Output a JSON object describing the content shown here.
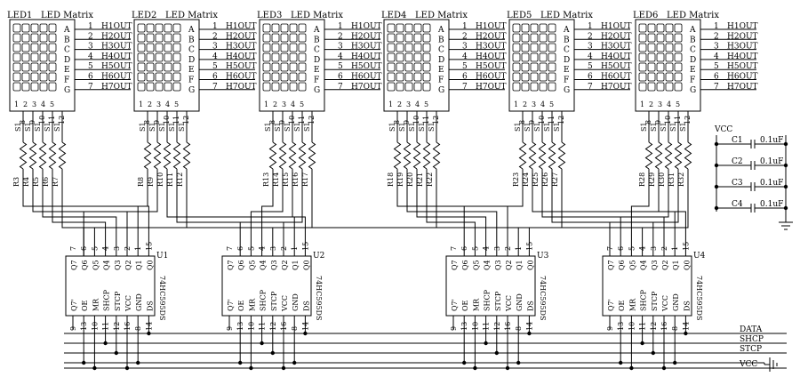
{
  "led_matrices": [
    {
      "ref": "LED1",
      "type": "LED Matrix"
    },
    {
      "ref": "LED2",
      "type": "LED Matrix"
    },
    {
      "ref": "LED3",
      "type": "LED Matrix"
    },
    {
      "ref": "LED4",
      "type": "LED Matrix"
    },
    {
      "ref": "LED5",
      "type": "LED Matrix"
    },
    {
      "ref": "LED6",
      "type": "LED Matrix"
    }
  ],
  "row_letters": [
    "A",
    "B",
    "C",
    "D",
    "E",
    "F",
    "G"
  ],
  "row_pins": [
    "1",
    "2",
    "3",
    "4",
    "5",
    "6",
    "7"
  ],
  "row_nets": [
    "H1OUT",
    "H2OUT",
    "H3OUT",
    "H4OUT",
    "H5OUT",
    "H6OUT",
    "H7OUT"
  ],
  "col_pins": [
    "1",
    "2",
    "3",
    "4",
    "5"
  ],
  "col_pin_numbers": [
    "8",
    "9",
    "10",
    "11",
    "12"
  ],
  "col_net_prefix": "S1",
  "resistors": [
    [
      "R3",
      "R4",
      "R5",
      "R6",
      "R7"
    ],
    [
      "R8",
      "R9",
      "R10",
      "R11",
      "R12"
    ],
    [
      "R13",
      "R14",
      "R15",
      "R16",
      "R17"
    ],
    [
      "R18",
      "R19",
      "R20",
      "R21",
      "R22"
    ],
    [
      "R23",
      "R24",
      "R25",
      "R26",
      "R27"
    ],
    [
      "R28",
      "R29",
      "R30",
      "R31",
      "R32"
    ]
  ],
  "shift_registers": [
    {
      "ref": "U1",
      "part": "74HC595DS"
    },
    {
      "ref": "U2",
      "part": "74HC595DS"
    },
    {
      "ref": "U3",
      "part": "74HC595DS"
    },
    {
      "ref": "U4",
      "part": "74HC595DS"
    }
  ],
  "ic_top_pins": [
    "Q7",
    "Q6",
    "Q5",
    "Q4",
    "Q3",
    "Q2",
    "Q1",
    "Q0"
  ],
  "ic_top_pin_numbers": [
    "7",
    "6",
    "5",
    "4",
    "3",
    "2",
    "1",
    "15"
  ],
  "ic_bottom_pins": [
    "Q7'",
    "OE",
    "MR",
    "SHCP",
    "STCP",
    "VCC",
    "GND",
    "DS"
  ],
  "ic_bottom_pin_numbers": [
    "9",
    "13",
    "10",
    "11",
    "12",
    "16",
    "8",
    "14"
  ],
  "capacitors": [
    {
      "ref": "C1",
      "value": "0.1uF"
    },
    {
      "ref": "C2",
      "value": "0.1uF"
    },
    {
      "ref": "C3",
      "value": "0.1uF"
    },
    {
      "ref": "C4",
      "value": "0.1uF"
    }
  ],
  "cap_supply": "VCC",
  "bus_labels": [
    "DATA",
    "SHCP",
    "STCP",
    "VCC"
  ]
}
